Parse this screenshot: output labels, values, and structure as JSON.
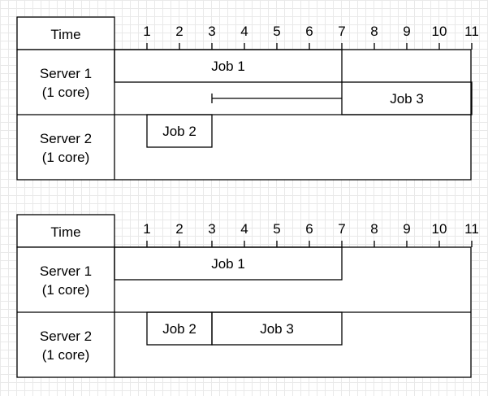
{
  "diagrams": [
    {
      "time_label": "Time",
      "ticks": [
        "1",
        "2",
        "3",
        "4",
        "5",
        "6",
        "7",
        "8",
        "9",
        "10",
        "11"
      ],
      "servers": [
        {
          "name": "Server 1",
          "cores": "(1 core)"
        },
        {
          "name": "Server 2",
          "cores": "(1 core)"
        }
      ],
      "jobs": [
        {
          "label": "Job 1",
          "server": 0,
          "lane": 0,
          "start": 0,
          "end": 7
        },
        {
          "label": "Job 3",
          "server": 0,
          "lane": 1,
          "start": 7,
          "end": 11
        },
        {
          "label": "Job 2",
          "server": 1,
          "lane": 0,
          "start": 1,
          "end": 3
        }
      ],
      "waits": [
        {
          "server": 0,
          "lane": 1,
          "start": 3,
          "end": 7
        }
      ]
    },
    {
      "time_label": "Time",
      "ticks": [
        "1",
        "2",
        "3",
        "4",
        "5",
        "6",
        "7",
        "8",
        "9",
        "10",
        "11"
      ],
      "servers": [
        {
          "name": "Server 1",
          "cores": "(1 core)"
        },
        {
          "name": "Server 2",
          "cores": "(1 core)"
        }
      ],
      "jobs": [
        {
          "label": "Job 1",
          "server": 0,
          "lane": 0,
          "start": 0,
          "end": 7
        },
        {
          "label": "Job 2",
          "server": 1,
          "lane": 0,
          "start": 1,
          "end": 3
        },
        {
          "label": "Job 3",
          "server": 1,
          "lane": 0,
          "start": 3,
          "end": 7
        }
      ],
      "waits": []
    }
  ]
}
